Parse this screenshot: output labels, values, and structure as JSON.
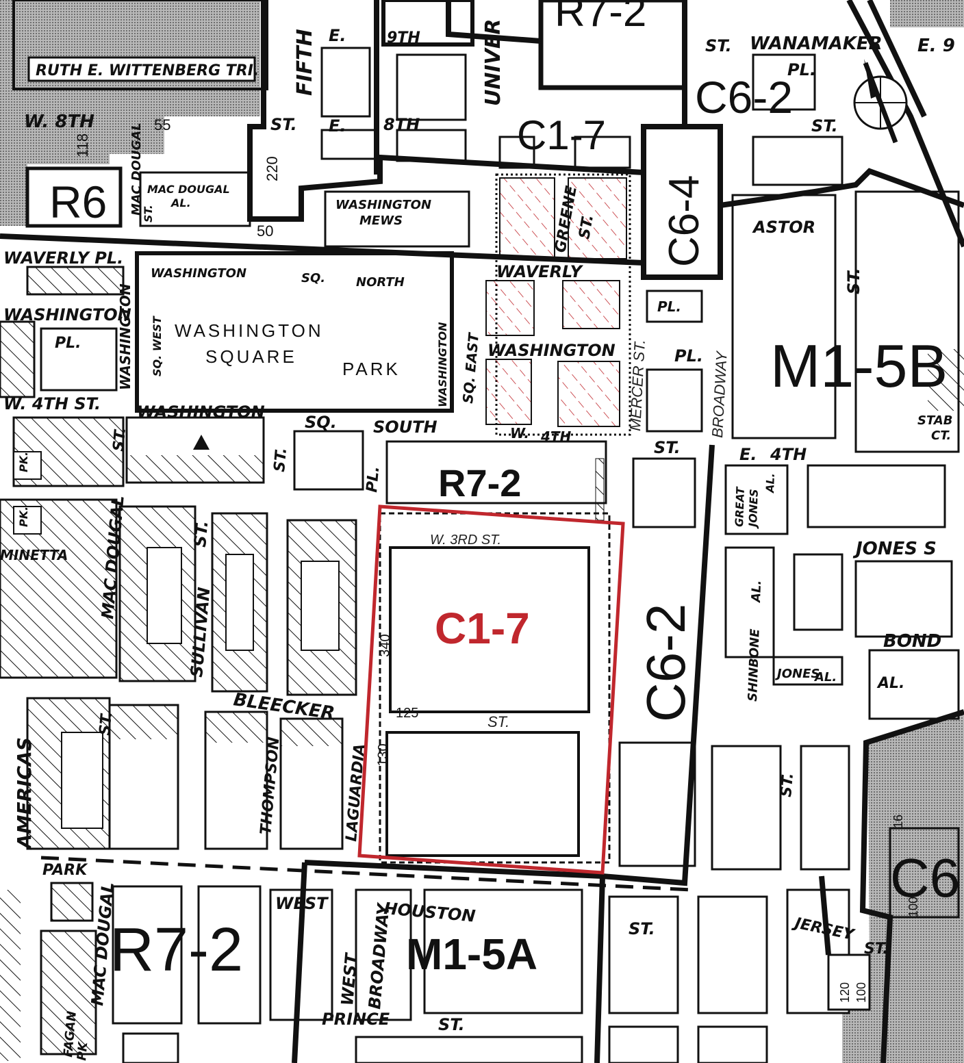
{
  "colors": {
    "study_area": "#c0272d",
    "ink": "#111111",
    "paper": "#ffffff",
    "stipple": "#9a9a9a"
  },
  "icons": [
    "compass-north-arrow-icon",
    "triangle-marker-icon"
  ],
  "zones": {
    "c1_7_highlight": "C1-7",
    "r7_2_bold": "R7-2",
    "m1_5a_bold": "M1-5A",
    "r7_2_map": "R7-2",
    "c6_2_north": "C6-2",
    "c6_2_east": "C6-2",
    "c6_4": "C6-4",
    "c1_7_north": "C1-7",
    "m1_5b": "M1-5B",
    "r6": "R6",
    "r7_2_top": "R7-2",
    "east_edge_partial": "C6"
  },
  "streets": {
    "ruth_wittenberg": "RUTH E. WITTENBERG TRI.",
    "fifth": "FIFTH",
    "e_9th_e": "E.",
    "e_9th": "9TH",
    "university": "UNIVER",
    "wanamaker_st": "ST.",
    "wanamaker": "WANAMAKER",
    "wanamaker_pl": "PL.",
    "e9_partial": "E. 9",
    "w_8th": "W. 8TH",
    "st_8th": "ST.",
    "e_8th_e": "E.",
    "e_8th": "8TH",
    "st_east": "ST.",
    "mac_dougal_al_1": "MAC DOUGAL",
    "mac_dougal_al_2": "AL.",
    "mac_dougal_al_st": "ST.",
    "mac_dougal_top": "MAC DOUGAL",
    "washington_mews_1": "WASHINGTON",
    "washington_mews_2": "MEWS",
    "greene": "GREENE",
    "greene_st": "ST.",
    "astor": "ASTOR",
    "astor_st": "ST.",
    "waverly_pl": "WAVERLY PL.",
    "waverly": "WAVERLY",
    "waverly_e_pl": "PL.",
    "washington_sq_north_1": "WASHINGTON",
    "washington_sq_north_2": "SQ.",
    "washington_sq_north_3": "NORTH",
    "washington_pl_w": "WASHINGTON",
    "washington_pl_w_pl": "PL.",
    "washington_vert": "WASHINGTON",
    "sq_west": "SQ. WEST",
    "park_1": "WASHINGTON",
    "park_2": "SQUARE",
    "park_3": "PARK",
    "washington_east_vert": "WASHINGTON",
    "sq_east": "SQ. EAST",
    "washington_pl_e": "WASHINGTON",
    "washington_pl_e_pl": "PL.",
    "mercer": "MERCER ST.",
    "broadway": "BROADWAY",
    "w_4th_st": "W. 4TH ST.",
    "washington_sq_south_1": "WASHINGTON",
    "washington_sq_south_2": "SQ.",
    "washington_sq_south_3": "SOUTH",
    "w_4th_w": "W.",
    "w_4th_n": "4TH",
    "st_4th": "ST.",
    "e_4th_e": "E.",
    "e_4th": "4TH",
    "stable_ct_1": "STAB",
    "stable_ct_2": "CT.",
    "pk_1": "PK.",
    "pk_2": "PK.",
    "st_west_pk": "ST.",
    "st_thomp_top": "ST.",
    "pl_laguardia": "PL.",
    "great_jones_al_1": "GREAT",
    "great_jones_al_2": "JONES",
    "great_jones_al_3": "AL.",
    "w_3rd": "W. 3RD ST.",
    "jones_st": "JONES S",
    "minetta": "MINETTA",
    "mac_dougal_mid": "MAC DOUGAL",
    "sullivan_st": "ST.",
    "sullivan": "SULLIVAN",
    "bond": "BOND",
    "al_bond": "AL.",
    "shinbone": "SHINBONE",
    "shinbone_al": "AL.",
    "jones_al": "JONES",
    "al_jones": "AL.",
    "bleecker": "BLEECKER",
    "bleecker_st": "ST.",
    "americas": "AMERICAS",
    "st_mac": "ST.",
    "thompson": "THOMPSON",
    "laguardia": "LAGUARDIA",
    "st_crosby": "ST.",
    "park_sign": "PARK",
    "west_bway_w": "WEST",
    "houston": "HOUSTON",
    "houston_st": "ST.",
    "jersey": "JERSEY",
    "jersey_st": "ST.",
    "west_broadway_1": "WEST",
    "west_broadway_2": "BROADWAY",
    "mac_dougal_bot": "MAC DOUGAL",
    "prince": "PRINCE",
    "prince_st": "ST.",
    "fagan_1": "FAGAN",
    "fagan_2": "PK"
  },
  "dimensions": {
    "d55": "55",
    "d118": "118",
    "d220": "220",
    "d50": "50",
    "d340": "340",
    "d125": "125",
    "d130": "130",
    "d120": "120",
    "d100a": "100",
    "d100b": "100",
    "d16": "16"
  }
}
